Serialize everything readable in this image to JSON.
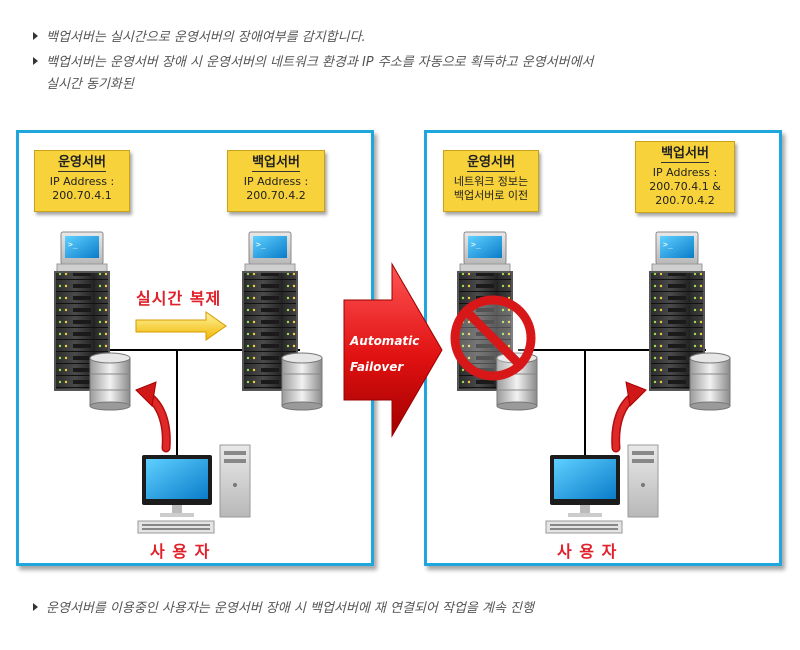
{
  "bullets": {
    "line1": "백업서버는 실시간으로 운영서버의 장애여부를 감지합니다.",
    "line2a": "백업서버는 운영서버 장애 시 운영서버의 네트워크 환경과 IP 주소를 자동으로 획득하고 운영서버에서",
    "line2b": "실시간 동기화된",
    "line3": "운영서버를 이용중인 사용자는 운영서버 장애 시 백업서버에 재 연결되어 작업을 계속 진행"
  },
  "left_panel": {
    "primary_note": {
      "title": "운영서버",
      "line1": "IP Address :",
      "line2": "200.70.4.1"
    },
    "backup_note": {
      "title": "백업서버",
      "line1": "IP Address :",
      "line2": "200.70.4.2"
    },
    "sync_label": "실시간 복제",
    "user_label": "사 용 자"
  },
  "arrow": {
    "line1": "Automatic",
    "line2": "Failover"
  },
  "right_panel": {
    "primary_note": {
      "title": "운영서버",
      "line1": "네트워크 정보는",
      "line2": "백업서버로 이전"
    },
    "backup_note": {
      "title": "백업서버",
      "line1": "IP Address :",
      "line2": "200.70.4.1 &",
      "line3": "200.70.4.2"
    },
    "user_label": "사 용 자"
  },
  "colors": {
    "panel_border": "#1fa6dc",
    "note_fill": "#f7d23a",
    "accent_red": "#e0202a",
    "sync_arrow": "#f3c200"
  }
}
